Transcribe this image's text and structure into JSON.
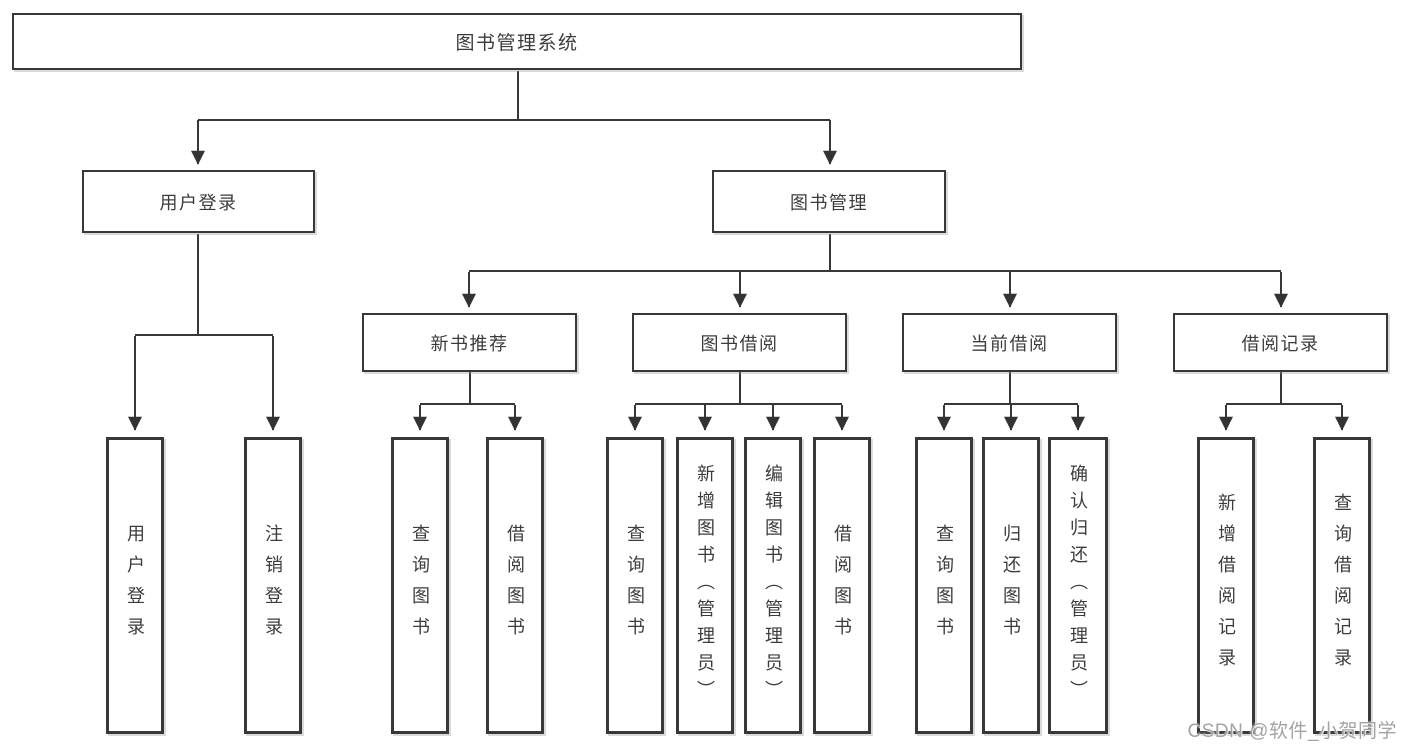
{
  "diagram": {
    "root": {
      "label": "图书管理系统"
    },
    "branches": [
      {
        "label": "用户登录",
        "children": [
          {
            "label": "用户登录"
          },
          {
            "label": "注销登录"
          }
        ]
      },
      {
        "label": "图书管理",
        "children": [
          {
            "label": "新书推荐",
            "children": [
              {
                "label": "查询图书"
              },
              {
                "label": "借阅图书"
              }
            ]
          },
          {
            "label": "图书借阅",
            "children": [
              {
                "label": "查询图书"
              },
              {
                "label": "新增图书（管理员）"
              },
              {
                "label": "编辑图书（管理员）"
              },
              {
                "label": "借阅图书"
              }
            ]
          },
          {
            "label": "当前借阅",
            "children": [
              {
                "label": "查询图书"
              },
              {
                "label": "归还图书"
              },
              {
                "label": "确认归还（管理员）"
              }
            ]
          },
          {
            "label": "借阅记录",
            "children": [
              {
                "label": "新增借阅记录"
              },
              {
                "label": "查询借阅记录"
              }
            ]
          }
        ]
      }
    ]
  },
  "watermark": {
    "text": "CSDN @软件_小贺同学"
  },
  "colors": {
    "line": "#383838",
    "arrow": "#333333",
    "text": "#3c3c3c",
    "watermark": "#a3a3a3",
    "background": "#ffffff"
  }
}
